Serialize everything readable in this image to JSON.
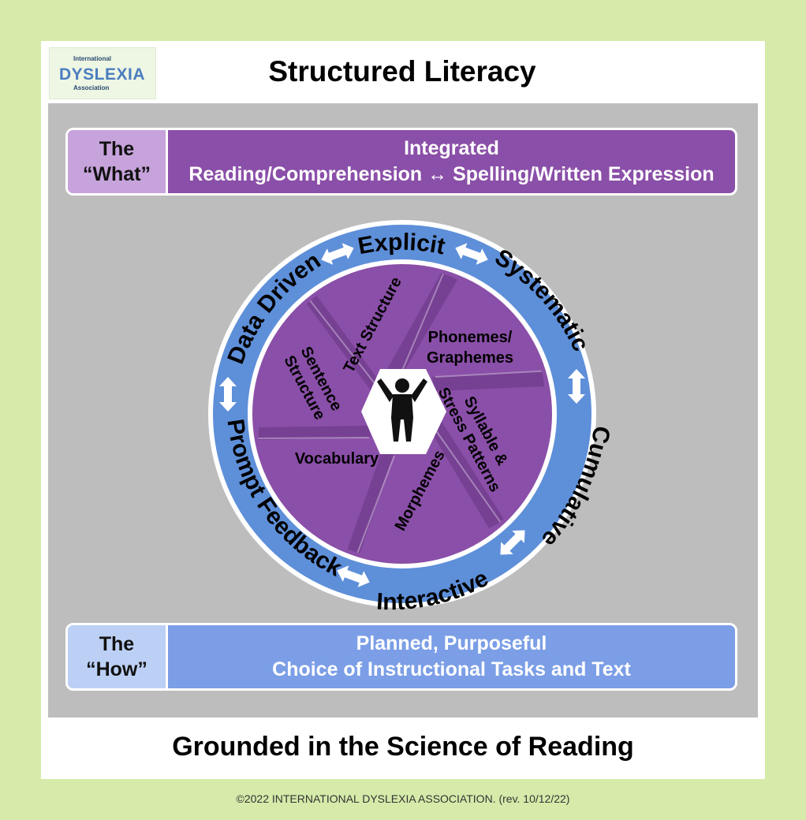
{
  "logo": {
    "top": "International",
    "name": "DYSLEXIA",
    "bottom": "Association"
  },
  "title": "Structured Literacy",
  "what": {
    "label_line1": "The",
    "label_line2": "“What”",
    "line1": "Integrated",
    "line2": "Reading/Comprehension ↔ Spelling/Written Expression"
  },
  "how": {
    "label_line1": "The",
    "label_line2": "“How”",
    "line1": "Planned, Purposeful",
    "line2": "Choice of Instructional Tasks and Text"
  },
  "ring": {
    "explicit": "Explicit",
    "systematic": "Systematic",
    "cumulative": "Cumulative",
    "interactive": "Interactive",
    "prompt_feedback": "Prompt Feedback",
    "data_driven": "Data Driven"
  },
  "segments": {
    "text_structure": "Text Structure",
    "phonemes_1": "Phonemes/",
    "phonemes_2": "Graphemes",
    "syllable_1": "Syllable &",
    "syllable_2": "Stress Patterns",
    "morphemes": "Morphemes",
    "vocabulary": "Vocabulary",
    "sentence_1": "Sentence",
    "sentence_2": "Structure"
  },
  "footer": "Grounded in the Science of Reading",
  "copyright": "©2022 INTERNATIONAL DYSLEXIA ASSOCIATION. (rev. 10/12/22)",
  "colors": {
    "purple": "#8a4fa8",
    "lavender": "#c7a3dc",
    "blue": "#7b9ee6",
    "lightblue": "#bcd0f5",
    "ring": "#5e8fd9",
    "gray": "#bdbdbd",
    "frame": "#d6ebaa"
  }
}
